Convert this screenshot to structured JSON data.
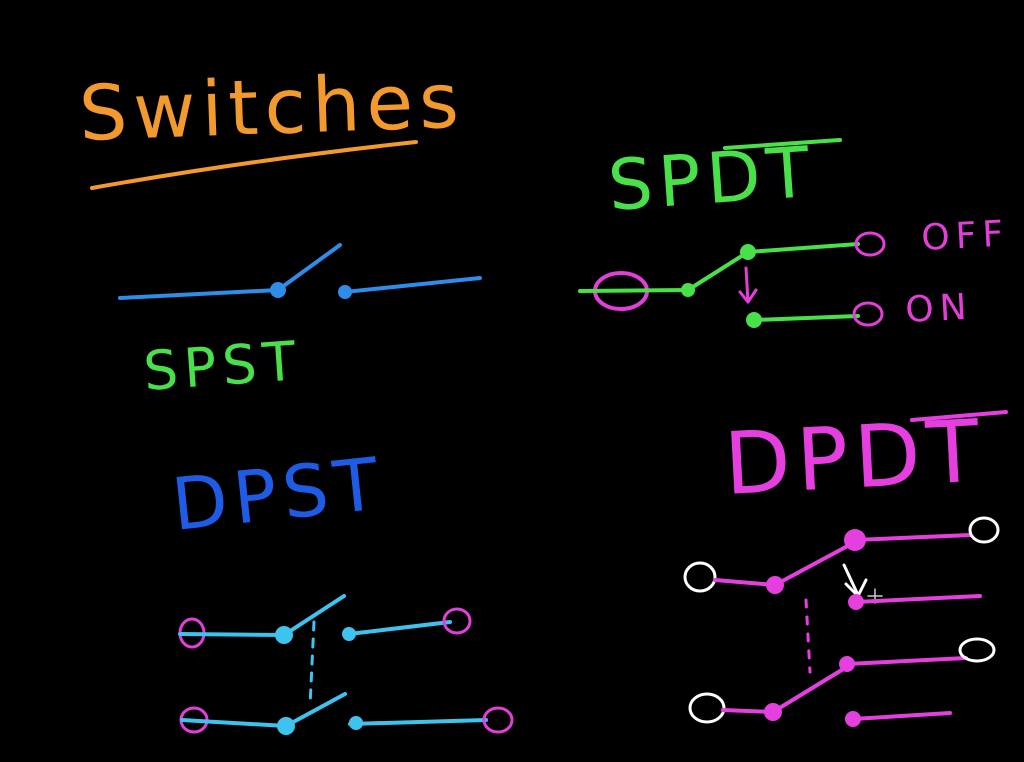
{
  "title": "Switches",
  "colors": {
    "background": "#000000",
    "title": "#F39A2E",
    "spst": "#2F8DEA",
    "spdt": "#49E04A",
    "dpst_label": "#1E5CE6",
    "dpst_wire": "#3EC3EF",
    "dpdt": "#E63FE0",
    "terminal_white": "#FFFFFF",
    "terminal_pink": "#E23FD8"
  },
  "diagrams": [
    {
      "id": "spst",
      "label": "SPST"
    },
    {
      "id": "spdt",
      "label": "SPDT",
      "positions": [
        "OFF",
        "ON"
      ]
    },
    {
      "id": "dpst",
      "label": "DPST"
    },
    {
      "id": "dpdt",
      "label": "DPDT"
    }
  ]
}
